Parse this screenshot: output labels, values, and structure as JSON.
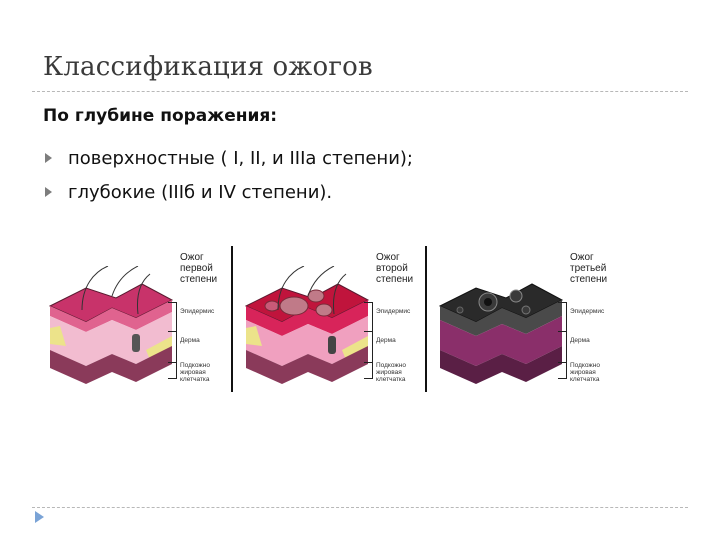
{
  "slide": {
    "title": "Классификация ожогов",
    "subheading": "По глубине поражения:",
    "bullets": [
      {
        "text": "поверхностные ( I, II, и IIIa степени);",
        "icon": "triangle-bullet-icon"
      },
      {
        "text": "глубокие (IIIб и IV степени).",
        "icon": "triangle-bullet-icon"
      }
    ]
  },
  "figure": {
    "panels": [
      {
        "caption": [
          "Ожог",
          "первой",
          "степени"
        ],
        "layers": [
          "Эпидермис",
          "Дерма",
          "Подкожно",
          "жировая",
          "клетчатка"
        ],
        "colors": {
          "top": "#c8336a",
          "epi": "#e0638f",
          "derma": "#f2bcd0",
          "fat": "#ece38a",
          "base": "#8a3a5a"
        }
      },
      {
        "caption": [
          "Ожог",
          "второй",
          "степени"
        ],
        "layers": [
          "Эпидермис",
          "Дерма",
          "Подкожно",
          "жировая",
          "клетчатка"
        ],
        "colors": {
          "top": "#c0143c",
          "epi": "#d8245a",
          "derma": "#f0a0bf",
          "fat": "#ece38a",
          "base": "#8a3a5a"
        }
      },
      {
        "caption": [
          "Ожог",
          "третьей",
          "степени"
        ],
        "layers": [
          "Эпидермис",
          "Дерма",
          "Подкожно",
          "жировая",
          "клетчатка"
        ],
        "colors": {
          "top": "#2a2a2a",
          "epi": "#4a4a4a",
          "derma": "#8a2f6a",
          "fat": "#7a2a5a",
          "base": "#5a1f45"
        }
      }
    ]
  },
  "footer": {
    "nav_icon": "triangle-nav-icon"
  }
}
